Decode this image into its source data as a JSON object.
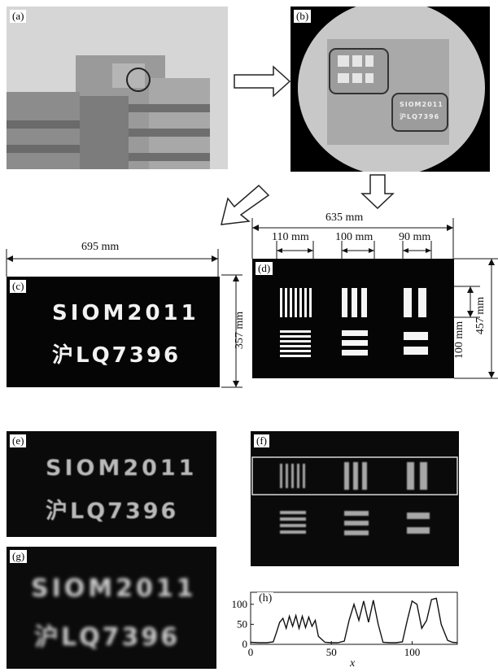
{
  "panels": {
    "a": "(a)",
    "b": "(b)",
    "c": "(c)",
    "d": "(d)",
    "e": "(e)",
    "f": "(f)",
    "g": "(g)",
    "h": "(h)"
  },
  "plate": {
    "line1": "SIOM2011",
    "line2": "沪LQ7396"
  },
  "plate_b": {
    "line1": "SIOM2011",
    "line2": "沪LQ7396"
  },
  "dimensions": {
    "width_c": "695 mm",
    "height_c": "357 mm",
    "width_d": "635 mm",
    "group1": "110 mm",
    "group2": "100 mm",
    "group3": "90 mm",
    "bar_h": "100 mm",
    "height_d": "457 mm"
  },
  "chart_data": {
    "type": "line",
    "xlabel": "x",
    "ylabel": "",
    "xlim": [
      0,
      128
    ],
    "ylim": [
      0,
      130
    ],
    "xticks": [
      "0",
      "50",
      "100"
    ],
    "yticks": [
      "0",
      "50",
      "100"
    ],
    "series": [
      {
        "x": [
          0,
          5,
          10,
          14,
          16,
          18,
          20,
          22,
          24,
          26,
          28,
          30,
          32,
          34,
          36,
          38,
          40,
          42,
          46,
          50,
          54,
          58,
          61,
          64,
          67,
          70,
          73,
          76,
          79,
          82,
          86,
          90,
          94,
          97,
          100,
          103,
          106,
          109,
          112,
          115,
          118,
          122,
          125,
          128
        ],
        "y": [
          5,
          4,
          4,
          6,
          30,
          55,
          65,
          40,
          70,
          45,
          72,
          40,
          70,
          42,
          68,
          45,
          60,
          20,
          5,
          4,
          4,
          8,
          60,
          100,
          60,
          108,
          55,
          110,
          50,
          5,
          4,
          4,
          6,
          60,
          108,
          100,
          40,
          60,
          112,
          115,
          50,
          10,
          5,
          4
        ]
      }
    ]
  }
}
